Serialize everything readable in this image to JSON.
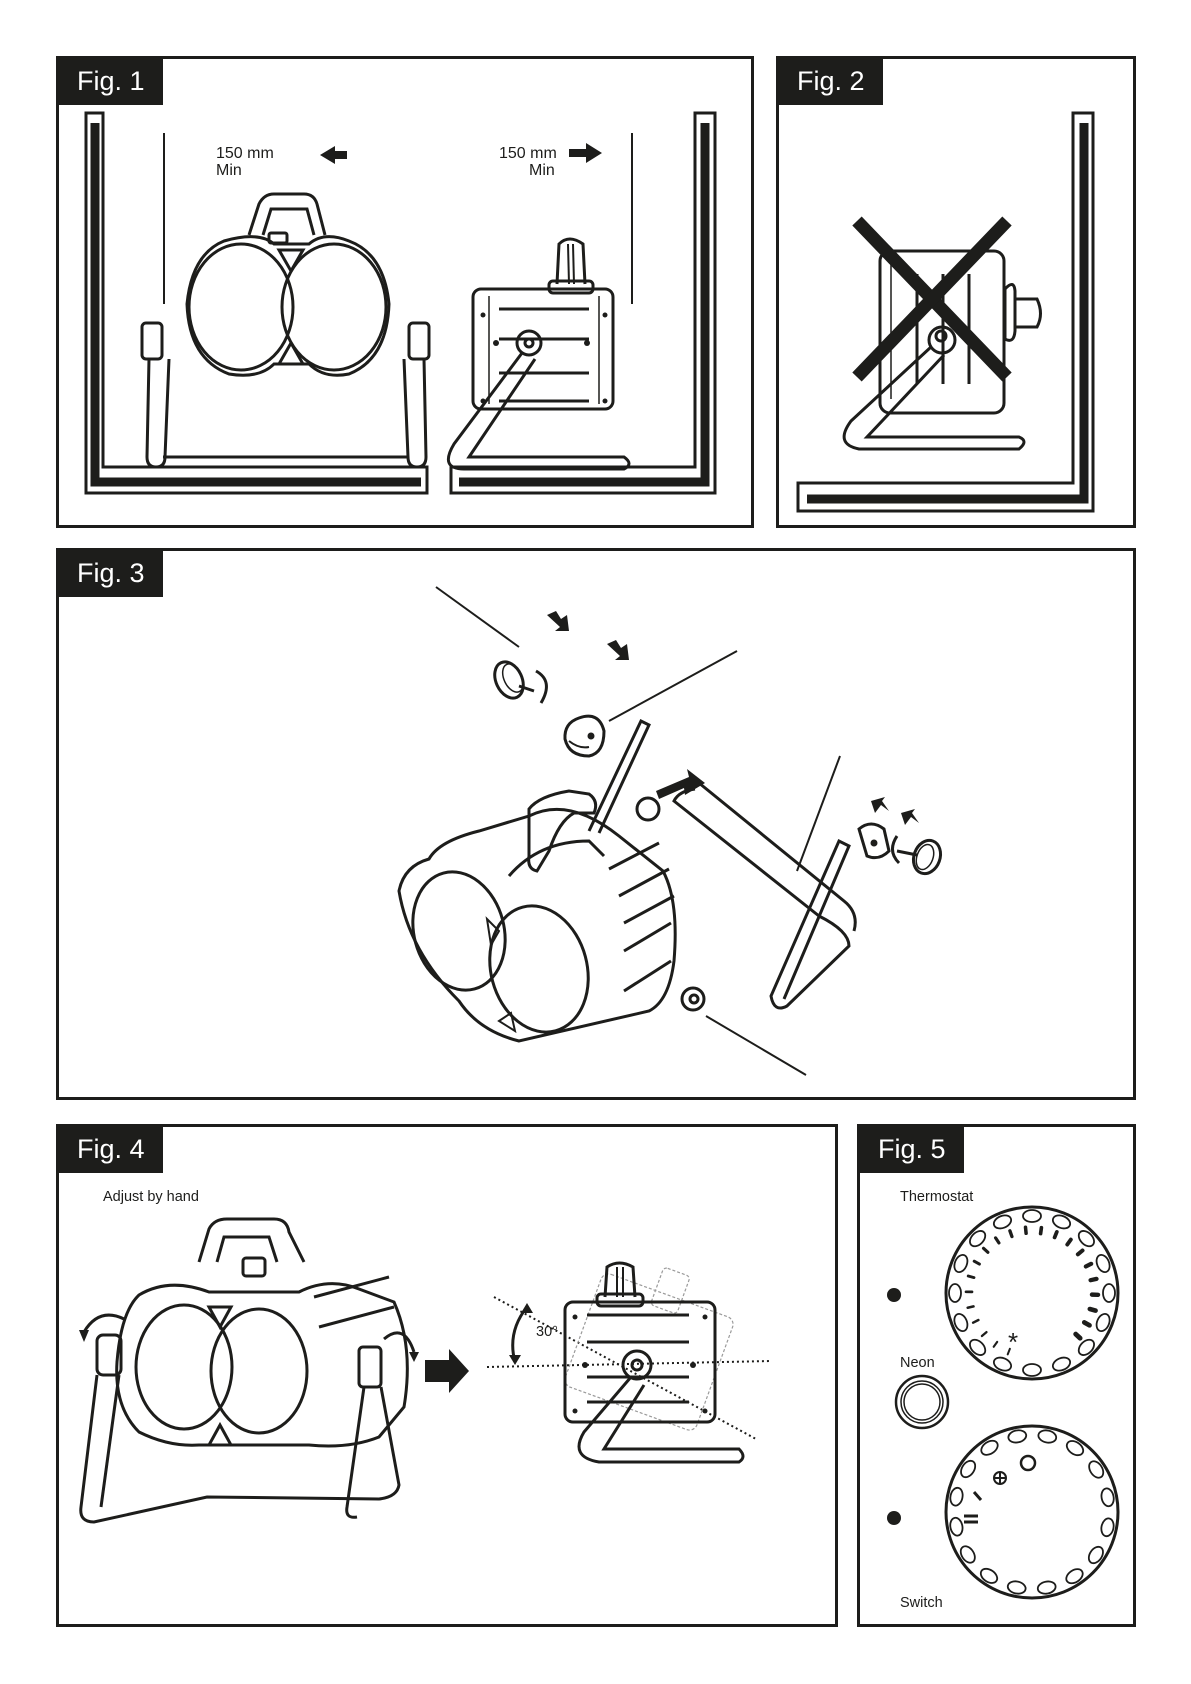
{
  "figures": {
    "fig1": {
      "label": "Fig. 1",
      "left_clearance": {
        "value": "150 mm",
        "qualifier": "Min"
      },
      "right_clearance": {
        "value": "150 mm",
        "qualifier": "Min"
      }
    },
    "fig2": {
      "label": "Fig. 2",
      "prohibited_icon": "cross-out-icon"
    },
    "fig3": {
      "label": "Fig. 3"
    },
    "fig4": {
      "label": "Fig. 4",
      "instruction": "Adjust by hand",
      "tilt_angle": "30°"
    },
    "fig5": {
      "label": "Fig. 5",
      "thermostat_label": "Thermostat",
      "neon_label": "Neon",
      "switch_label": "Switch",
      "switch_symbols": [
        "O",
        "fan",
        "I",
        "II"
      ],
      "thermostat_symbol": "*"
    }
  },
  "colors": {
    "ink": "#1d1d1b",
    "paper": "#ffffff"
  }
}
